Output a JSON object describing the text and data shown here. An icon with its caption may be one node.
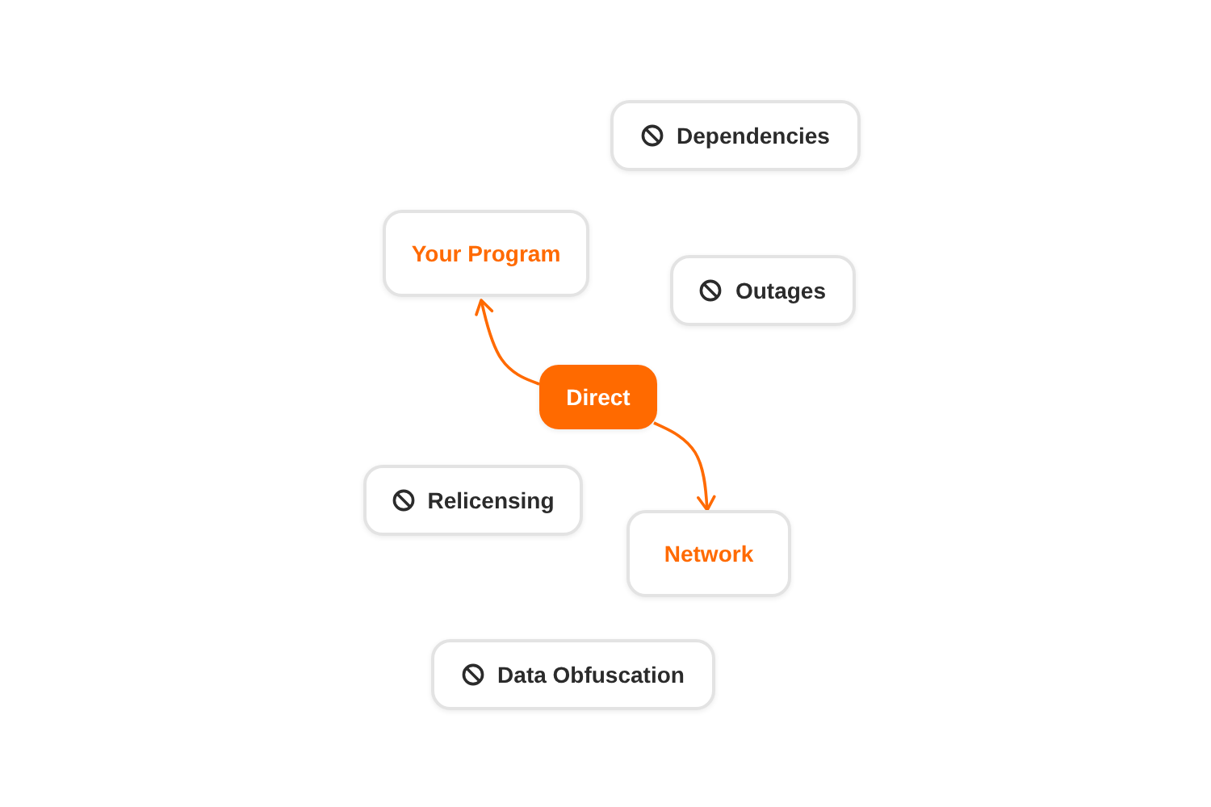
{
  "diagram": {
    "nodes": [
      {
        "text": [
          "Dependencies"
        ]
      },
      {
        "text": [
          "Your Program"
        ]
      },
      {
        "text": [
          "Outages"
        ]
      },
      {
        "text": [
          "Direct"
        ]
      },
      {
        "text": [
          "Relicensing"
        ]
      },
      {
        "text": [
          "Network"
        ]
      },
      {
        "text": [
          "Data Obfuscation"
        ]
      }
    ],
    "edges": [
      {
        "from": 3,
        "to": 1,
        "arrow": "to"
      },
      {
        "from": 3,
        "to": 5,
        "arrow": "to"
      }
    ]
  }
}
